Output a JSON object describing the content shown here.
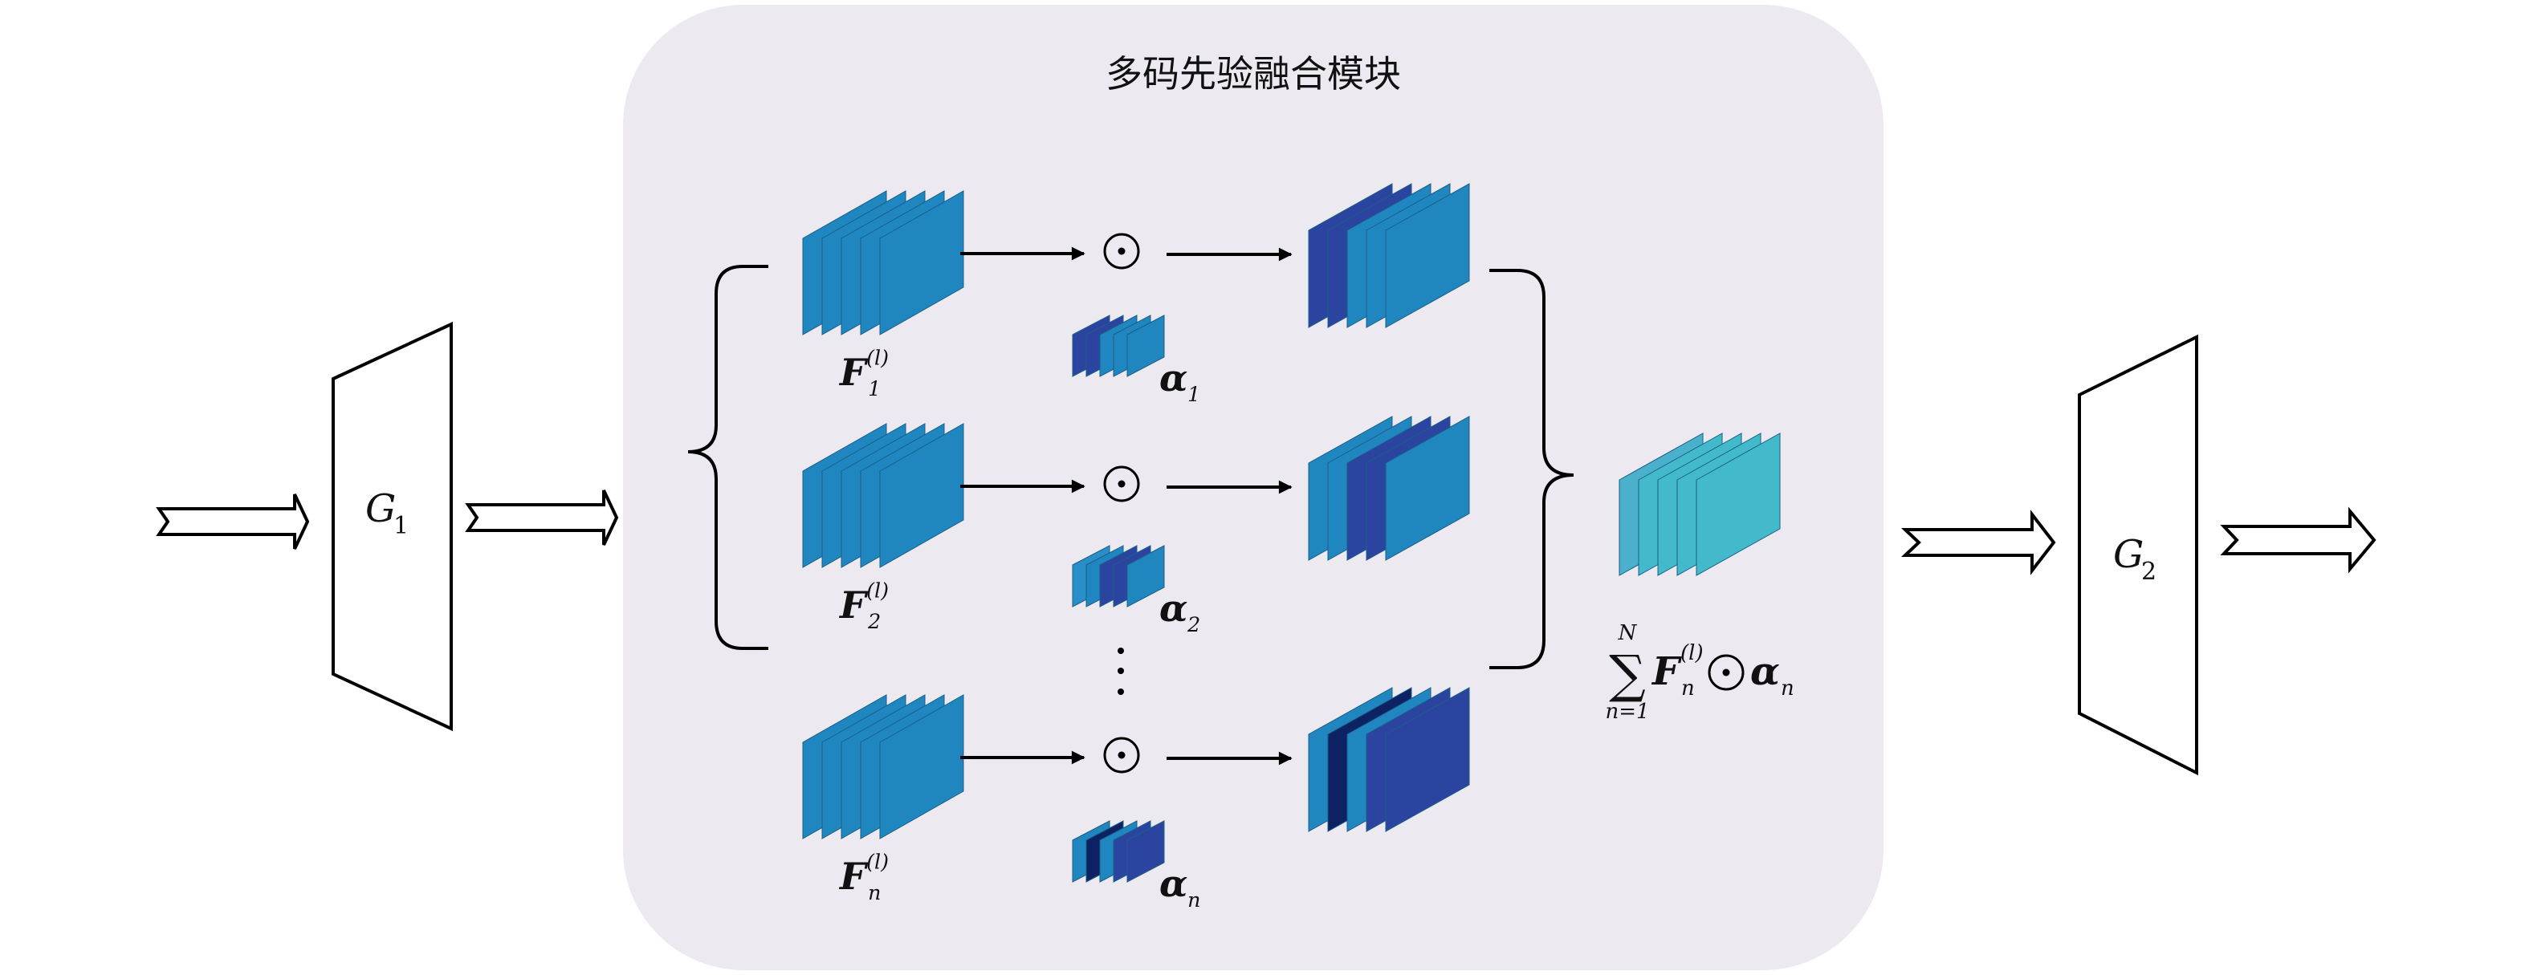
{
  "module": {
    "title": "多码先验融合模块",
    "background_color": "#ece9f1"
  },
  "blocks": {
    "g1": {
      "symbol": "G",
      "subscript": "1"
    },
    "g2": {
      "symbol": "G",
      "subscript": "2"
    }
  },
  "colors": {
    "medium": "#1f86c0",
    "light": "#2a8fc9",
    "dark": "#2a44a0",
    "navy": "#0d2262",
    "cyan": "#42bacc",
    "cyan_first": "#4ab0cc",
    "stroke": "#000000"
  },
  "rows": [
    {
      "feature_label": {
        "symbol": "F",
        "subscript": "1",
        "superscript": "(l)"
      },
      "operator": "⊙",
      "alpha_label": {
        "symbol": "α",
        "subscript": "1"
      },
      "feature_slices": [
        "medium",
        "medium",
        "medium",
        "medium",
        "medium"
      ],
      "alpha_slices": [
        "dark",
        "dark",
        "medium",
        "medium",
        "medium"
      ],
      "output_slices": [
        "dark",
        "dark",
        "medium",
        "medium",
        "medium"
      ]
    },
    {
      "feature_label": {
        "symbol": "F",
        "subscript": "2",
        "superscript": "(l)"
      },
      "operator": "⊙",
      "alpha_label": {
        "symbol": "α",
        "subscript": "2"
      },
      "feature_slices": [
        "medium",
        "medium",
        "medium",
        "medium",
        "medium"
      ],
      "alpha_slices": [
        "light",
        "medium",
        "dark",
        "dark",
        "medium"
      ],
      "output_slices": [
        "medium",
        "medium",
        "dark",
        "dark",
        "medium"
      ]
    },
    {
      "feature_label": {
        "symbol": "F",
        "subscript": "n",
        "superscript": "(l)"
      },
      "operator": "⊙",
      "alpha_label": {
        "symbol": "α",
        "subscript": "n"
      },
      "feature_slices": [
        "medium",
        "medium",
        "medium",
        "medium",
        "medium"
      ],
      "alpha_slices": [
        "medium",
        "navy",
        "medium",
        "dark",
        "dark"
      ],
      "output_slices": [
        "medium",
        "navy",
        "medium",
        "dark",
        "dark"
      ]
    }
  ],
  "ellipsis": "⋮",
  "fused": {
    "slices": [
      "cyan_first",
      "cyan",
      "cyan",
      "cyan",
      "cyan"
    ],
    "formula": {
      "sum_symbol": "∑",
      "upper": "N",
      "lower": "n=1",
      "term_symbol": "F",
      "term_subscript": "n",
      "term_superscript": "(l)",
      "operator": "⊙",
      "alpha_symbol": "α",
      "alpha_subscript": "n"
    }
  }
}
